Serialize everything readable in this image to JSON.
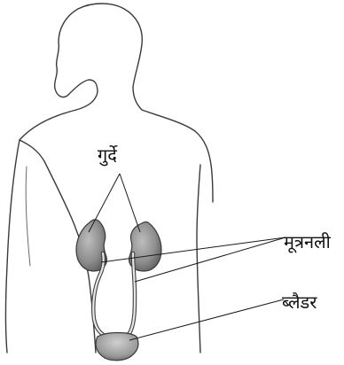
{
  "labels": {
    "kidneys": "गुर्दे",
    "ureters": "मूत्रनली",
    "bladder": "ब्लैडर"
  },
  "colors": {
    "outline": "#3a3a3a",
    "organ_fill": "#9a9a9a",
    "organ_dark": "#5c5c5c",
    "pointer": "#1a1a1a",
    "text": "#111111"
  }
}
